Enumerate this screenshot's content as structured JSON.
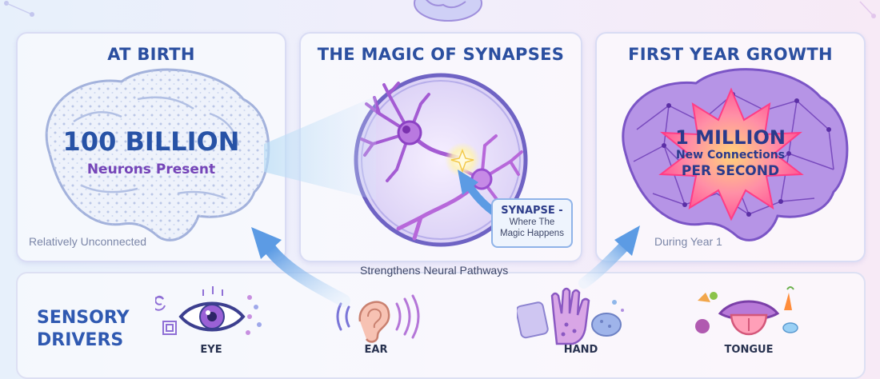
{
  "panels": {
    "at_birth": {
      "title": "AT BIRTH",
      "big_number": "100 BILLION",
      "sub_text": "Neurons Present",
      "caption": "Relatively Unconnected"
    },
    "synapses": {
      "title": "THE MAGIC OF SYNAPSES",
      "label_title": "SYNAPSE -",
      "label_line1": "Where The",
      "label_line2": "Magic Happens"
    },
    "first_year": {
      "title": "FIRST YEAR GROWTH",
      "big_number": "1 MILLION",
      "line1": "New Connections",
      "line2": "PER SECOND",
      "caption": "During Year 1"
    }
  },
  "connector_text": "Strengthens Neural Pathways",
  "sensory": {
    "heading_line1": "SENSORY",
    "heading_line2": "DRIVERS",
    "items": [
      {
        "label": "EYE",
        "icon": "eye-icon"
      },
      {
        "label": "EAR",
        "icon": "ear-icon"
      },
      {
        "label": "HAND",
        "icon": "hand-icon"
      },
      {
        "label": "TONGUE",
        "icon": "tongue-icon"
      }
    ]
  },
  "colors": {
    "title_blue": "#2b4fa0",
    "number_blue": "#2752a6",
    "neuron_purple": "#9b4fd0",
    "starburst_pink": "#ff5fa2",
    "starburst_orange": "#ffb347"
  }
}
